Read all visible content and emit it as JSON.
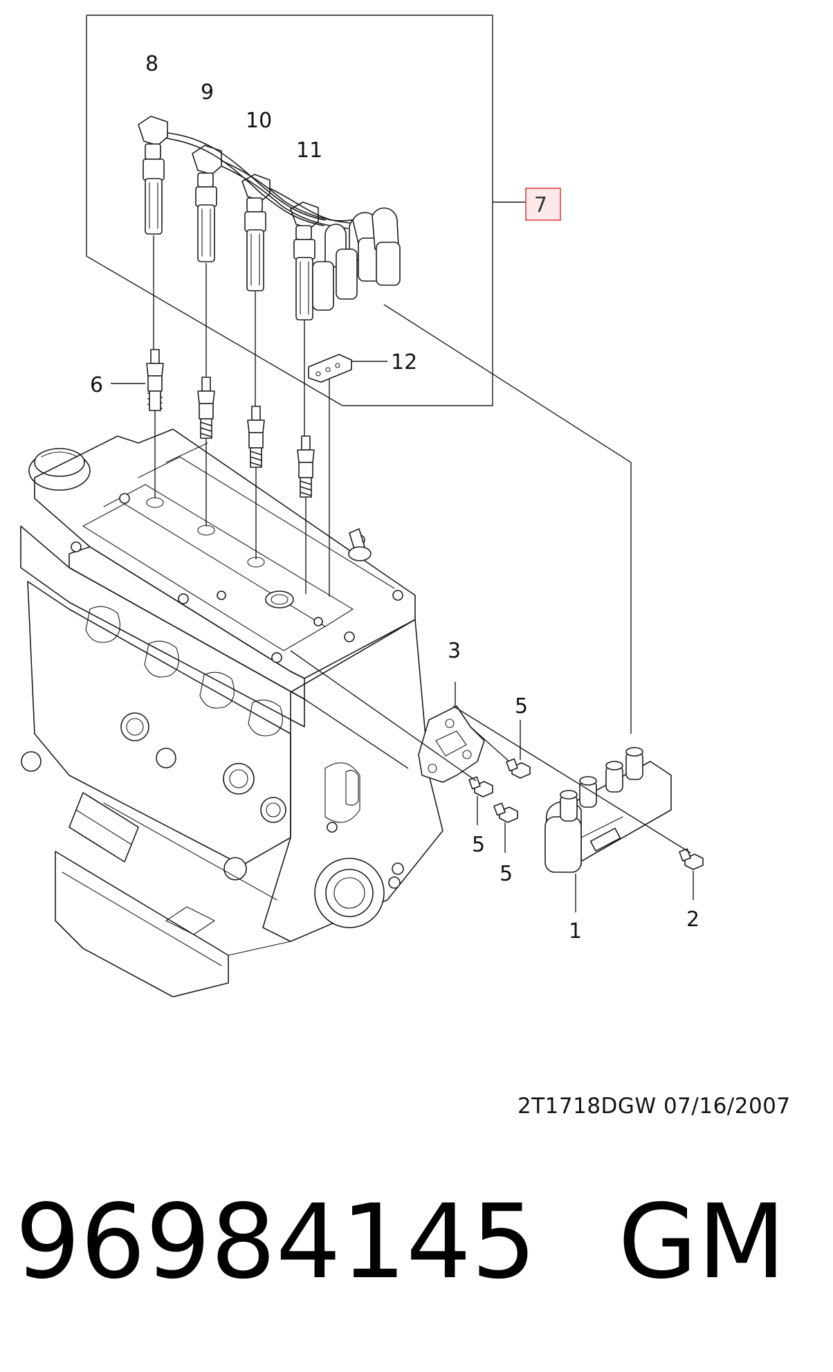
{
  "callouts": {
    "c1": "1",
    "c2": "2",
    "c3": "3",
    "c5a": "5",
    "c5b": "5",
    "c5c": "5",
    "c6": "6",
    "c7": "7",
    "c8": "8",
    "c9": "9",
    "c10": "10",
    "c11": "11",
    "c12": "12"
  },
  "footer": {
    "drawing_code": "2T1718DGW  07/16/2007",
    "part_number": "96984145",
    "brand": "GM"
  },
  "colors": {
    "highlight_box": "#e0404a",
    "highlight_fill": "#fde8ea",
    "ink": "#1a1a1a"
  }
}
